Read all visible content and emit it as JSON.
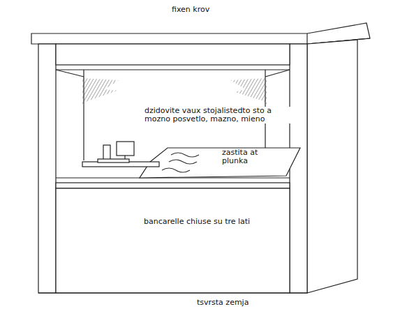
{
  "diagram": {
    "labels": [
      "fixen krov",
      "dzidovite vaux stojalistedto sto a mozno posvetlo, mazno, mieno",
      "zastita at plunka",
      "bancarelle chiuse su tre lati",
      "tsvrsta zemja"
    ]
  }
}
